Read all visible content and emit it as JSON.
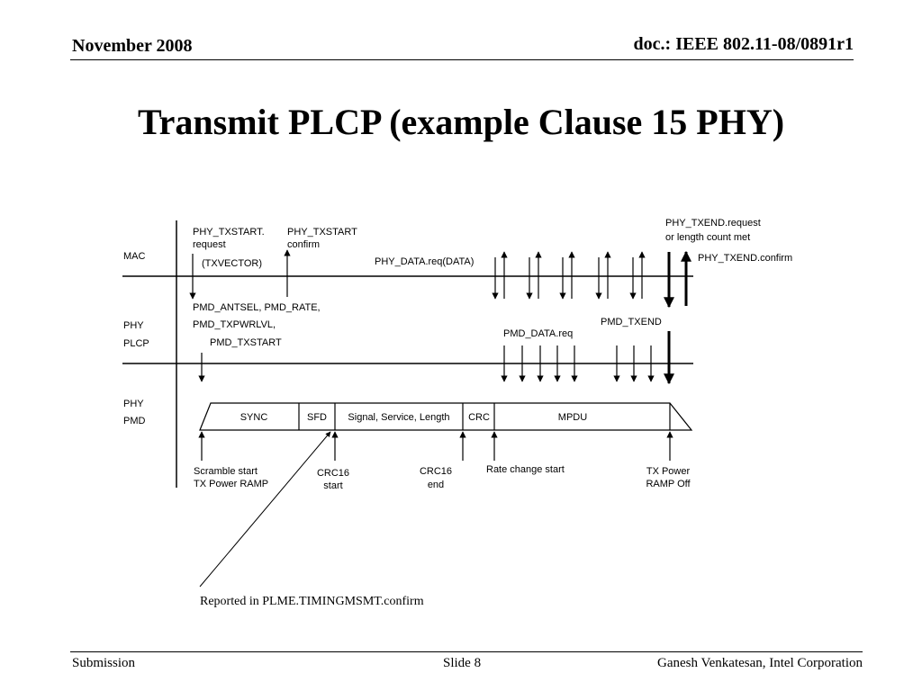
{
  "header": {
    "date": "November 2008",
    "doc_id": "doc.: IEEE 802.11-08/0891r1"
  },
  "slide_title": "Transmit PLCP (example Clause 15 PHY)",
  "footer": {
    "left": "Submission",
    "center": "Slide 8",
    "right": "Ganesh Venkatesan, Intel Corporation"
  },
  "diagram": {
    "layers": {
      "mac": "MAC",
      "phy_plcp_1": "PHY",
      "phy_plcp_2": "PLCP",
      "phy_pmd_1": "PHY",
      "phy_pmd_2": "PMD"
    },
    "mac_labels": {
      "txstart_req_1": "PHY_TXSTART.",
      "txstart_req_2": "request",
      "txvector": "(TXVECTOR)",
      "txstart_conf_1": "PHY_TXSTART",
      "txstart_conf_2": "confirm",
      "data_req": "PHY_DATA.req(DATA)",
      "txend_req_1": "PHY_TXEND.request",
      "txend_req_2": "or length count met",
      "txend_conf": "PHY_TXEND.confirm"
    },
    "plcp_labels": {
      "line1": "PMD_ANTSEL,  PMD_RATE,",
      "line2": "PMD_TXPWRLVL,",
      "line3": "PMD_TXSTART",
      "pmd_data_req": "PMD_DATA.req",
      "pmd_txend": "PMD_TXEND"
    },
    "frame_fields": [
      "SYNC",
      "SFD",
      "Signal, Service, Length",
      "CRC",
      "MPDU"
    ],
    "events": {
      "scramble_1": "Scramble start",
      "scramble_2": "TX Power RAMP",
      "crc_start_1": "CRC16",
      "crc_start_2": "start",
      "crc_end_1": "CRC16",
      "crc_end_2": "end",
      "rate_change": "Rate change start",
      "txpower_off_1": "TX Power",
      "txpower_off_2": "RAMP Off"
    },
    "annotation": "Reported in PLME.TIMINGMSMT.confirm"
  }
}
